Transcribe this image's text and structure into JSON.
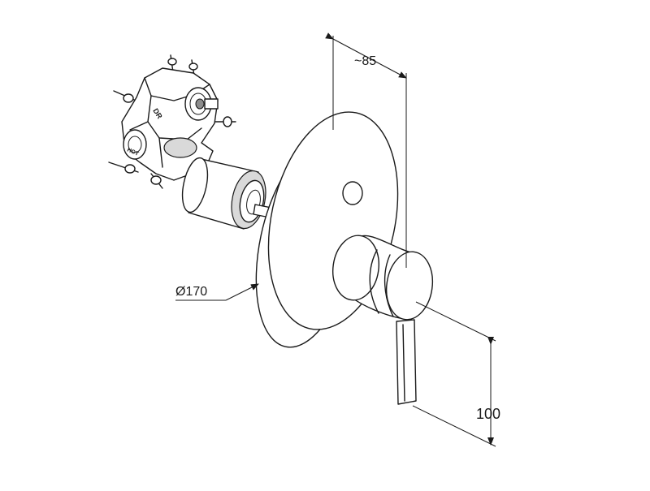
{
  "dimensions": {
    "depth": "~85",
    "diameter": "Ø170",
    "height": "100"
  },
  "valve_labels": {
    "top_marking": "DR",
    "side_marking": "HOT"
  },
  "colors": {
    "line": "#1a1a1a",
    "background": "#ffffff",
    "shade": "#d9d9d9"
  }
}
